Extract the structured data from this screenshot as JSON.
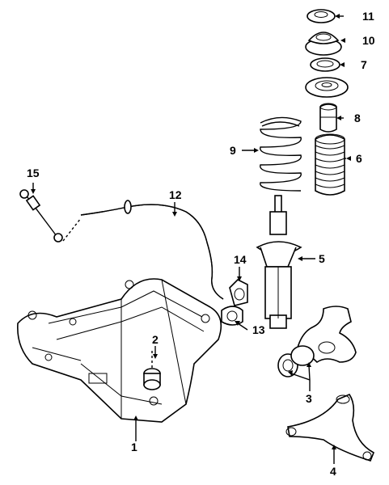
{
  "diagram": {
    "callouts": [
      {
        "id": "frame",
        "text": "1"
      },
      {
        "id": "bushing-lower",
        "text": "2"
      },
      {
        "id": "knuckle-bearing",
        "text": "3"
      },
      {
        "id": "lower-arm",
        "text": "4"
      },
      {
        "id": "strut",
        "text": "5"
      },
      {
        "id": "dust-boot",
        "text": "6"
      },
      {
        "id": "spring-seat",
        "text": "7"
      },
      {
        "id": "bump-stop",
        "text": "8"
      },
      {
        "id": "coil-spring",
        "text": "9"
      },
      {
        "id": "strut-mount",
        "text": "10"
      },
      {
        "id": "mount-cap",
        "text": "11"
      },
      {
        "id": "stabilizer-bar",
        "text": "12"
      },
      {
        "id": "stabilizer-bushing",
        "text": "13"
      },
      {
        "id": "bushing-bracket",
        "text": "14"
      },
      {
        "id": "stabilizer-link",
        "text": "15"
      }
    ]
  }
}
